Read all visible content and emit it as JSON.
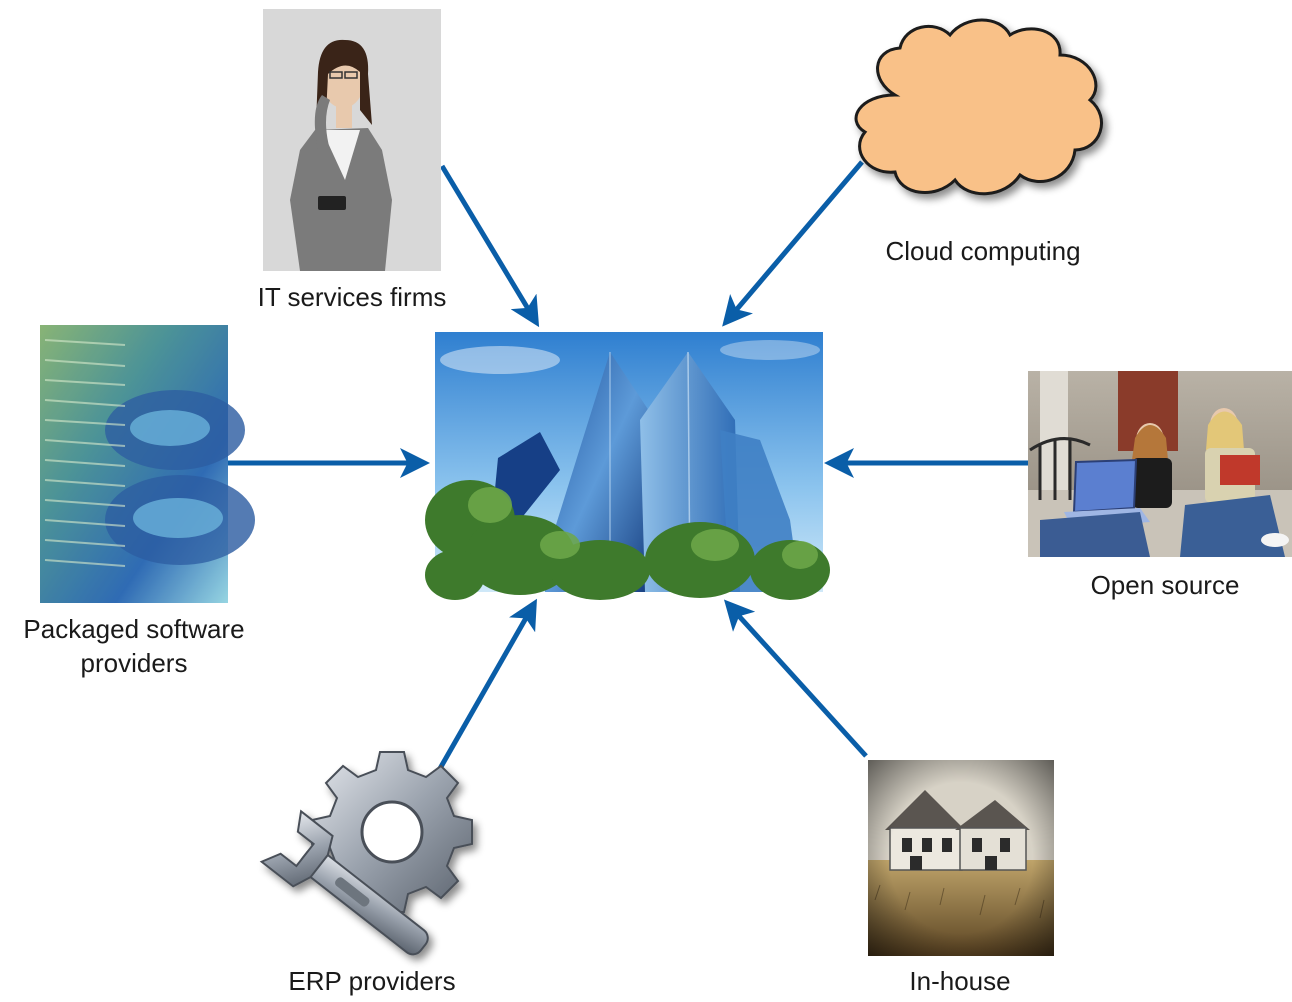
{
  "diagram": {
    "center": {
      "name": "organization-building"
    },
    "sources": [
      {
        "id": "it-services",
        "label_lines": [
          "IT services firms"
        ]
      },
      {
        "id": "cloud",
        "label_lines": [
          "Cloud computing"
        ]
      },
      {
        "id": "packaged",
        "label_lines": [
          "Packaged software",
          "providers"
        ]
      },
      {
        "id": "open-source",
        "label_lines": [
          "Open source"
        ]
      },
      {
        "id": "erp",
        "label_lines": [
          "ERP providers"
        ]
      },
      {
        "id": "in-house",
        "label_lines": [
          "In-house"
        ]
      }
    ],
    "arrow_color": "#0a5ea8"
  }
}
